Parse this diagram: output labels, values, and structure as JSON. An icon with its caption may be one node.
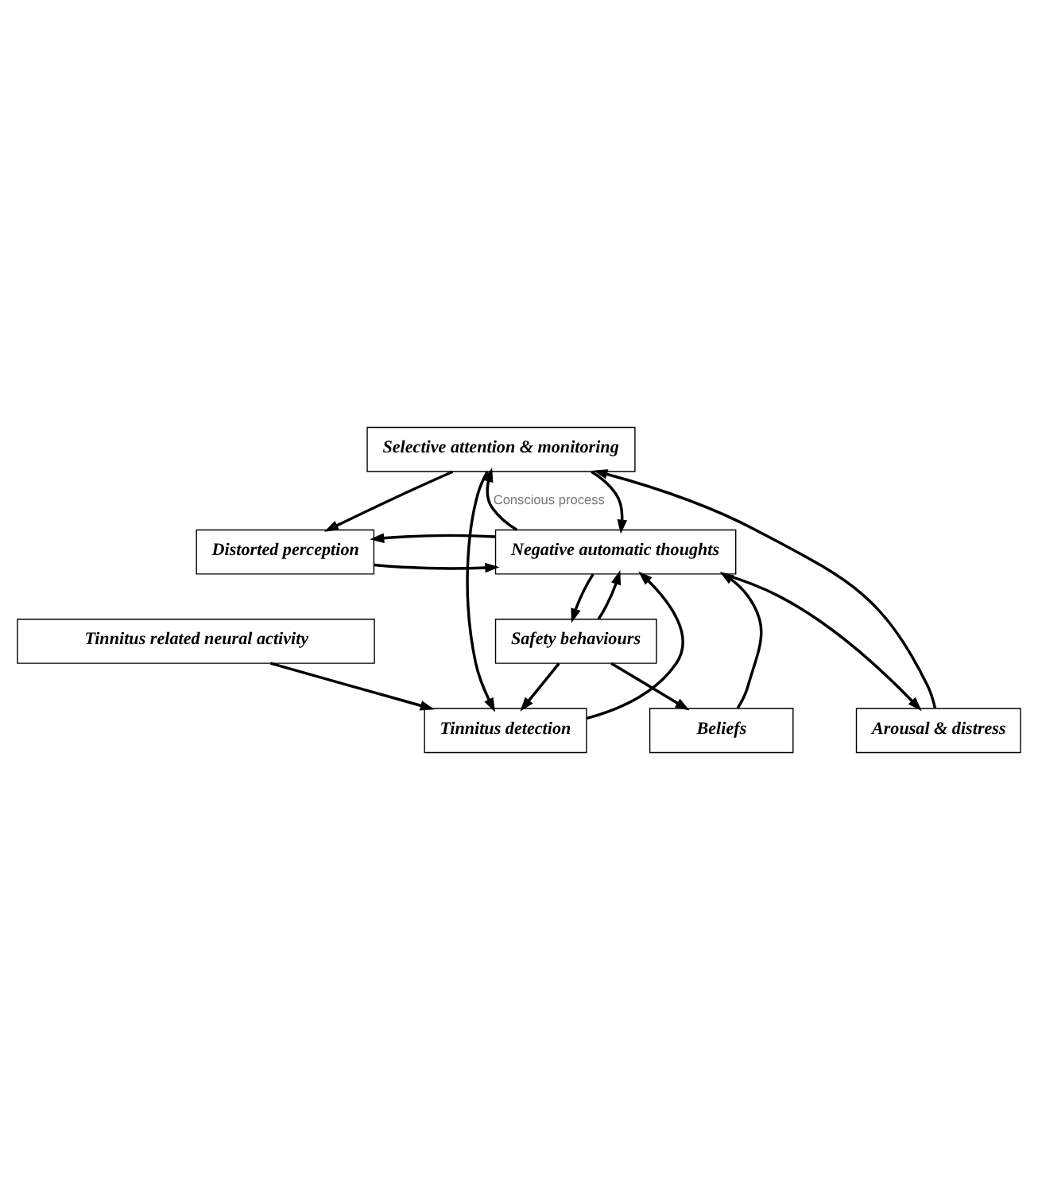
{
  "diagram": {
    "nodes": [
      {
        "text": [
          "Selective attention & monitoring"
        ]
      },
      {
        "text": [
          "Arousal & distress"
        ]
      },
      {
        "text": [
          "Beliefs"
        ]
      },
      {
        "text": [
          "Distorted perception"
        ]
      },
      {
        "text": [
          "Negative automatic thoughts"
        ]
      },
      {
        "text": [
          "Safety behaviours"
        ]
      },
      {
        "text": [
          "Tinnitus detection"
        ]
      },
      {
        "text": [
          "Tinnitus related neural activity"
        ]
      }
    ],
    "edges": [
      {
        "from": 0,
        "to": 6,
        "arrow": "to"
      },
      {
        "from": 0,
        "to": 3,
        "arrow": "to"
      },
      {
        "from": 0,
        "to": 4,
        "arrow": "to"
      },
      {
        "from": 1,
        "to": 0,
        "arrow": "to"
      },
      {
        "from": 4,
        "to": 0,
        "arrow": "to",
        "label": "Conscious process"
      },
      {
        "from": 4,
        "to": 1,
        "arrow": "to"
      },
      {
        "from": 2,
        "to": 4,
        "arrow": "to"
      },
      {
        "from": 3,
        "to": 4,
        "arrow": "to"
      },
      {
        "from": 4,
        "to": 3,
        "arrow": "to"
      },
      {
        "from": 5,
        "to": 4,
        "arrow": "to"
      },
      {
        "from": 4,
        "to": 5,
        "arrow": "to"
      },
      {
        "from": 5,
        "to": 2,
        "arrow": "to"
      },
      {
        "from": 5,
        "to": 6,
        "arrow": "to"
      },
      {
        "from": 6,
        "to": 4,
        "arrow": "to"
      },
      {
        "from": 7,
        "to": 6,
        "arrow": "to"
      }
    ]
  }
}
